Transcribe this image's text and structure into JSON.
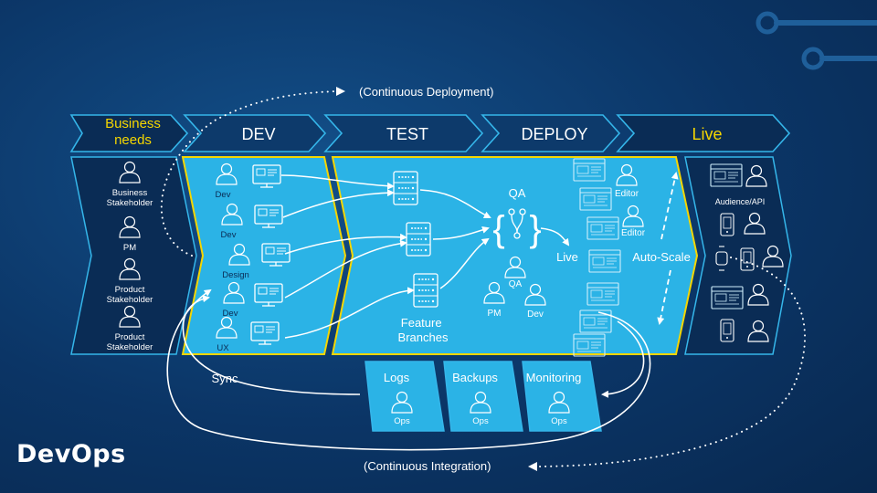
{
  "brand": "DevOps",
  "phases": [
    {
      "label_lines": [
        "Business",
        "needs"
      ],
      "color": "#f5d600"
    },
    {
      "label_lines": [
        "DEV"
      ],
      "color": "#ffffff"
    },
    {
      "label_lines": [
        "TEST"
      ],
      "color": "#ffffff"
    },
    {
      "label_lines": [
        "DEPLOY"
      ],
      "color": "#ffffff"
    },
    {
      "label_lines": [
        "Live"
      ],
      "color": "#f5d600"
    }
  ],
  "business_roles": [
    {
      "lines": [
        "Business",
        "Stakeholder"
      ]
    },
    {
      "lines": [
        "PM"
      ]
    },
    {
      "lines": [
        "Product",
        "Stakeholder"
      ]
    },
    {
      "lines": [
        "Product",
        "Stakeholder"
      ]
    }
  ],
  "dev_roles": [
    "Dev",
    "Dev",
    "Design",
    "Dev",
    "UX"
  ],
  "test": {
    "label_lines": [
      "Feature",
      "Branches"
    ]
  },
  "deploy": {
    "qa": "QA",
    "live": "Live",
    "auto_scale": "Auto-Scale",
    "editors": [
      "Editor",
      "Editor"
    ],
    "people": [
      "QA",
      "PM",
      "Dev"
    ]
  },
  "live": {
    "audience": "Audience/API"
  },
  "ops": [
    {
      "title": "Logs",
      "role": "Ops"
    },
    {
      "title": "Backups",
      "role": "Ops"
    },
    {
      "title": "Monitoring",
      "role": "Ops"
    }
  ],
  "continuous_deployment": "(Continuous Deployment)",
  "continuous_integration": "(Continuous Integration)",
  "sync": "Sync",
  "colors": {
    "panel_cyan": "#2bb3e6",
    "panel_dark": "#0a2c55",
    "accent_yellow": "#f5d600",
    "outline_blue": "#35b6ea",
    "line": "#ffffff"
  }
}
